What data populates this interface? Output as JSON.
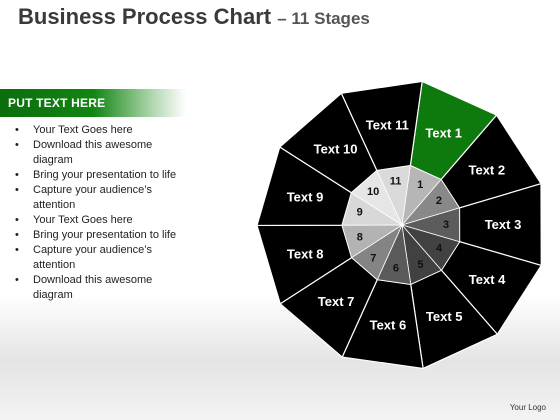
{
  "title": {
    "main": "Business Process Chart",
    "sub": "– 11 Stages"
  },
  "panel": {
    "header": "PUT TEXT HERE",
    "bullets": [
      "Your Text Goes here",
      "Download this awesome diagram",
      "Bring your presentation to life",
      "Capture your audience’s attention",
      "Your Text Goes here",
      "Bring your presentation to life",
      "Capture your audience’s attention",
      "Download this awesome diagram"
    ]
  },
  "diagram": {
    "stages": [
      {
        "label": "Text 1",
        "number": "1"
      },
      {
        "label": "Text 2",
        "number": "2"
      },
      {
        "label": "Text 3",
        "number": "3"
      },
      {
        "label": "Text 4",
        "number": "4"
      },
      {
        "label": "Text 5",
        "number": "5"
      },
      {
        "label": "Text 6",
        "number": "6"
      },
      {
        "label": "Text 7",
        "number": "7"
      },
      {
        "label": "Text 8",
        "number": "8"
      },
      {
        "label": "Text 9",
        "number": "9"
      },
      {
        "label": "Text 10",
        "number": "10"
      },
      {
        "label": "Text 11",
        "number": "11"
      }
    ],
    "highlight_stage": 1,
    "colors": {
      "highlight": "#0e7a0e",
      "outer_dark": "#262626",
      "outer_light": "#b8b8b8",
      "inner_dark": "#3e3e3e",
      "inner_light": "#e6e6e6",
      "stroke": "#ffffff"
    }
  },
  "footer": {
    "logo": "Your Logo"
  }
}
